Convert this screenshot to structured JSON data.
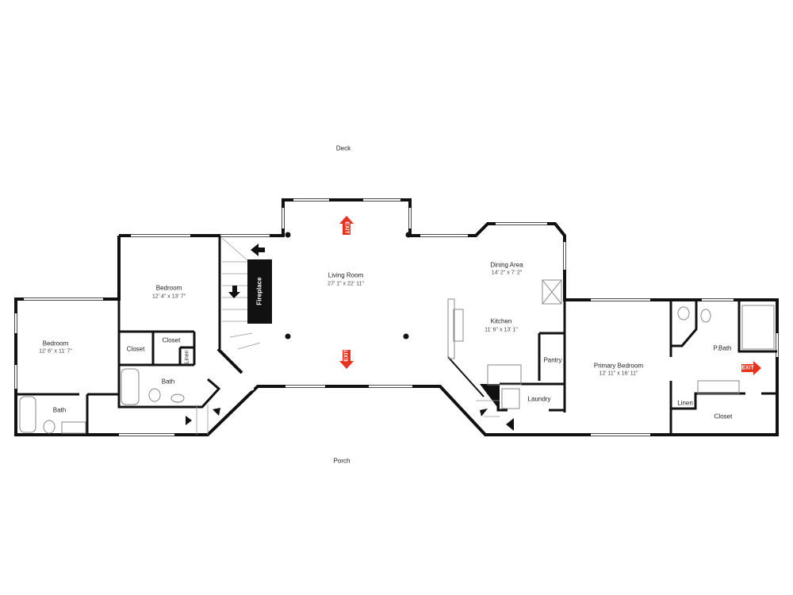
{
  "outside": {
    "deck": "Deck",
    "porch": "Porch"
  },
  "rooms": {
    "living_room": {
      "name": "Living Room",
      "dims": "27' 1\" x 22' 11\""
    },
    "dining_area": {
      "name": "Dining Area",
      "dims": "14' 2\" x 7' 2\""
    },
    "kitchen": {
      "name": "Kitchen",
      "dims": "11' 6\" x 13' 1\""
    },
    "pantry": {
      "name": "Pantry"
    },
    "laundry": {
      "name": "Laundry"
    },
    "primary_bedroom": {
      "name": "Primary Bedroom",
      "dims": "12' 11\" x 16' 11\""
    },
    "primary_bath": {
      "name": "P.Bath"
    },
    "primary_linen": {
      "name": "Linen"
    },
    "primary_closet": {
      "name": "Closet"
    },
    "bedroom_center": {
      "name": "Bedroom",
      "dims": "12' 4\" x 13' 7\""
    },
    "bedroom_left": {
      "name": "Bedroom",
      "dims": "12' 6\" x 11' 7\""
    },
    "closet_a": {
      "name": "Closet"
    },
    "closet_b": {
      "name": "Closet"
    },
    "hall_linen": {
      "name": "Linen"
    },
    "bath_center": {
      "name": "Bath"
    },
    "bath_left": {
      "name": "Bath"
    },
    "fireplace": {
      "name": "Fireplace"
    }
  },
  "exits": {
    "label": "EXIT",
    "color": "#e8321e"
  },
  "colors": {
    "wall": "#111111",
    "window": "#ffffff",
    "fixture": "#888888"
  }
}
